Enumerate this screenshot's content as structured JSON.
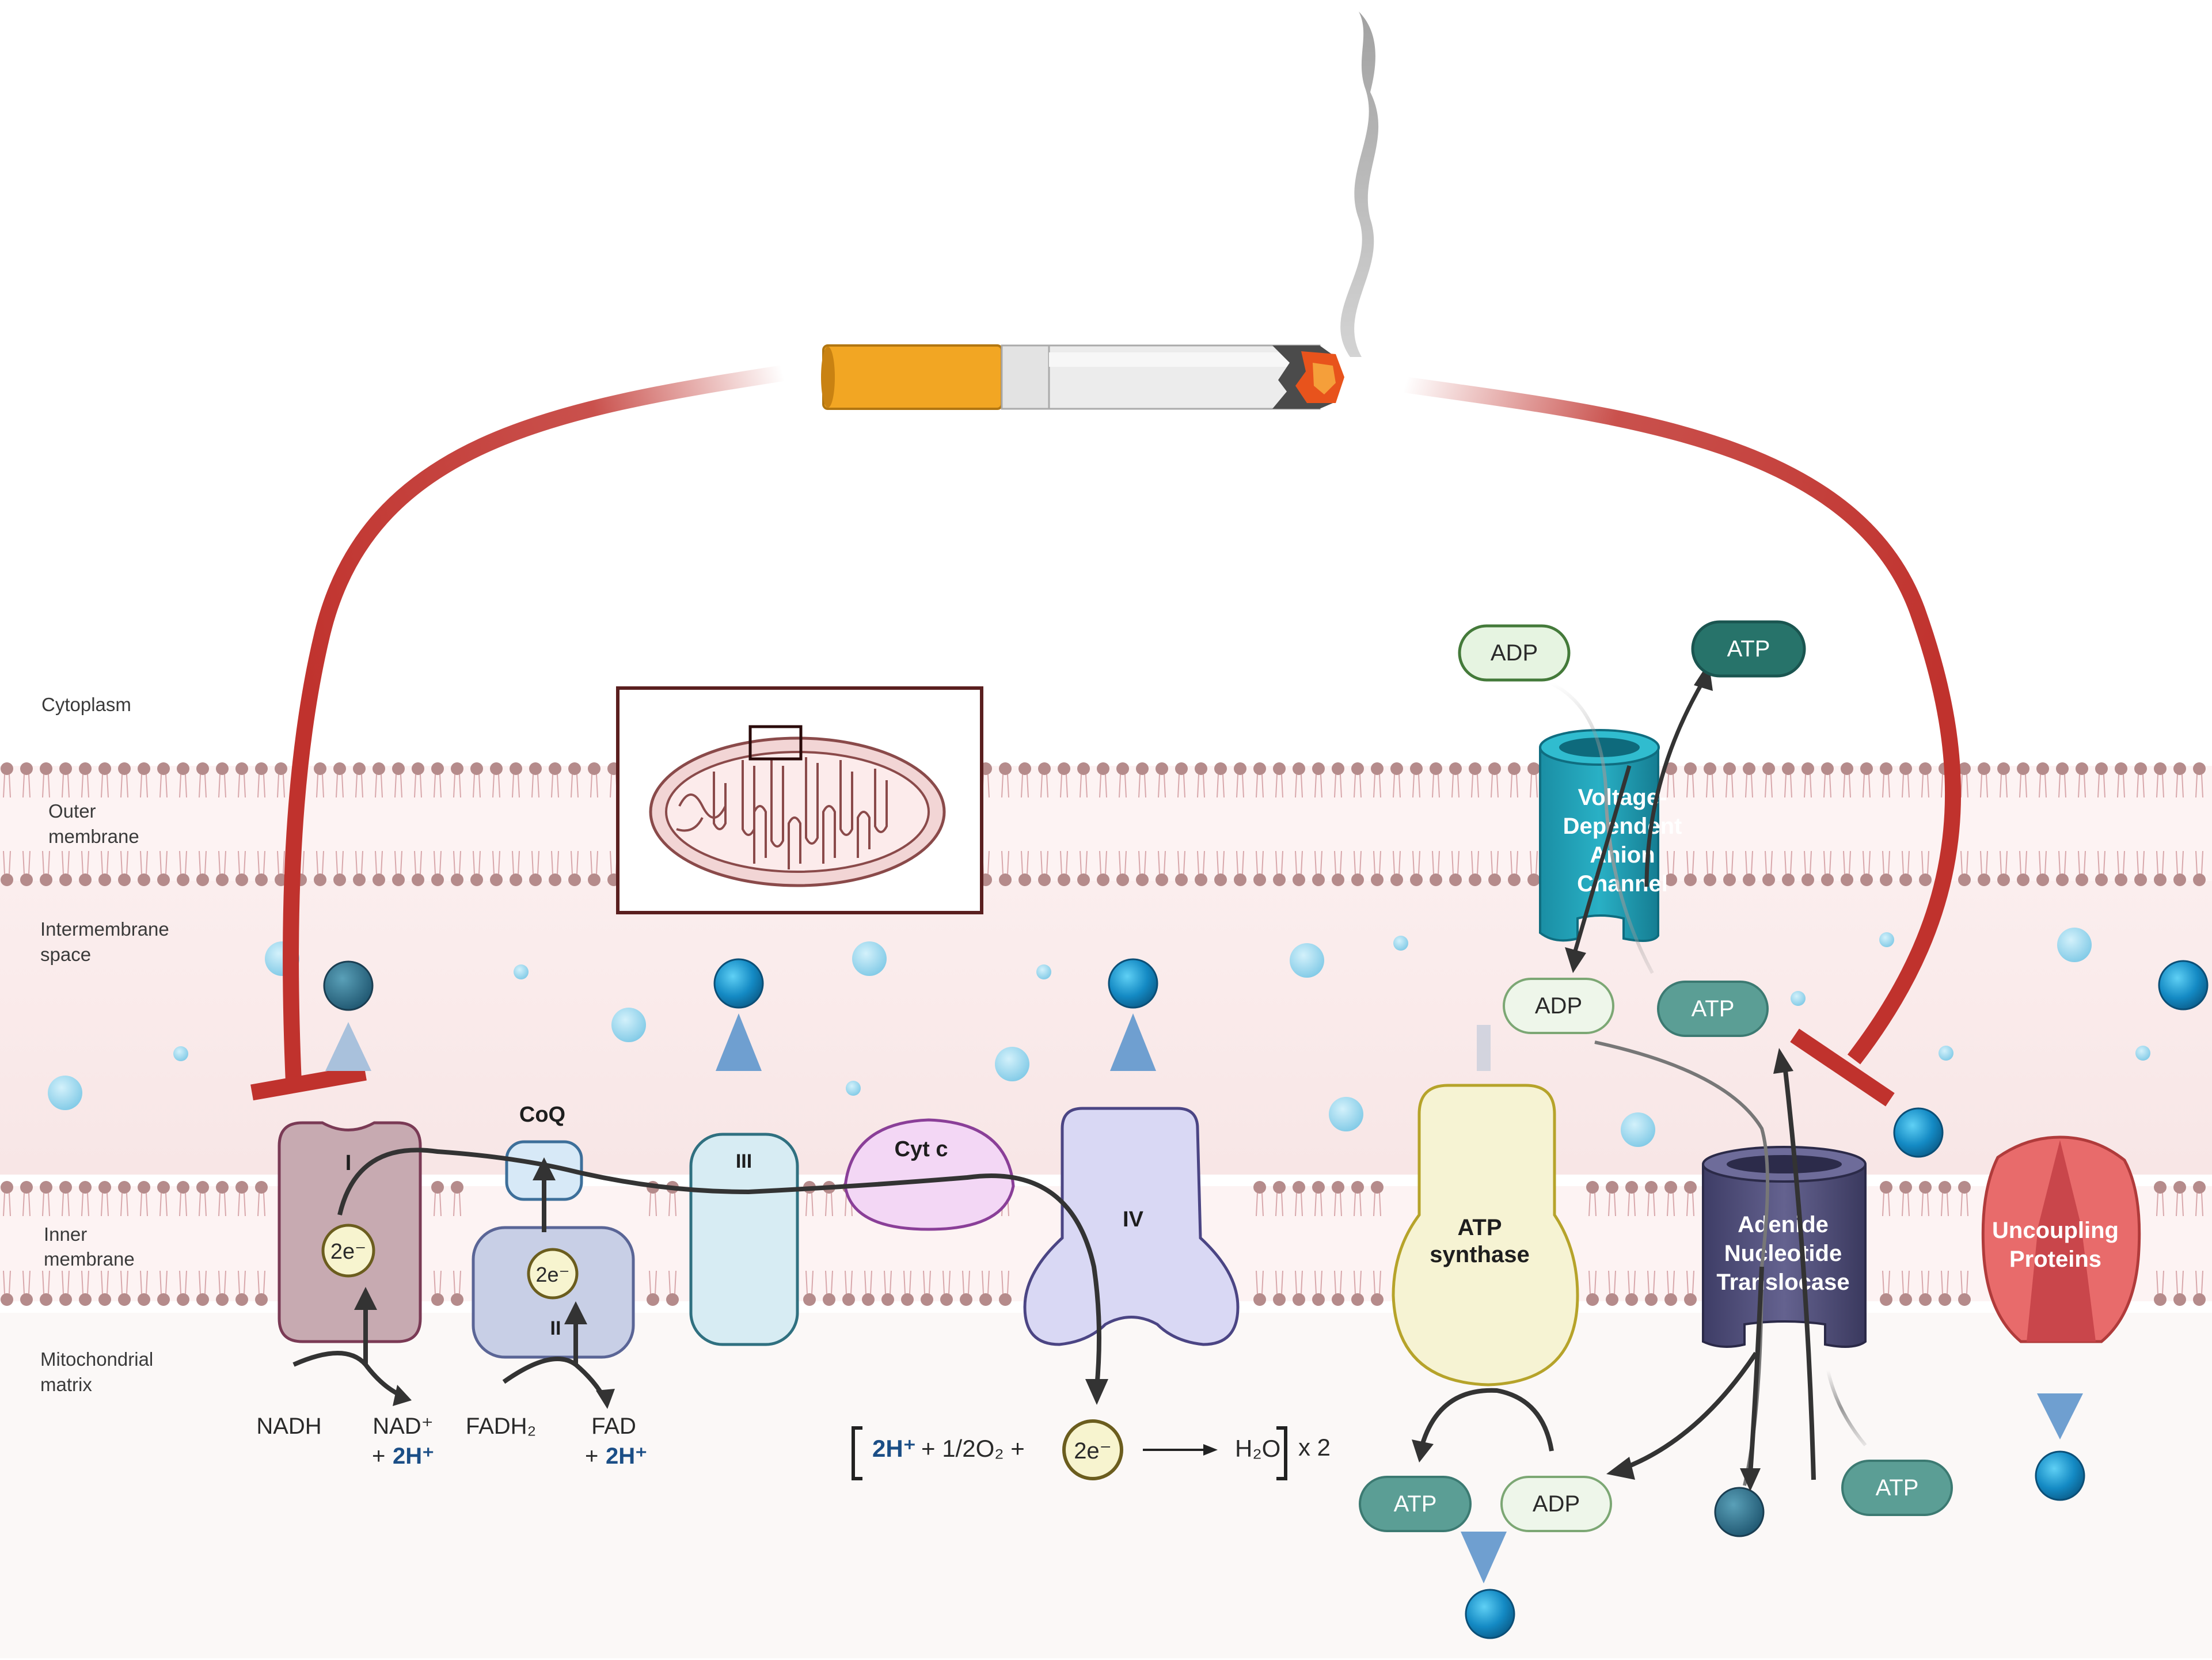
{
  "regions": {
    "cytoplasm": "Cytoplasm",
    "outer_membrane_1": "Outer",
    "outer_membrane_2": "membrane",
    "intermembrane_1": "Intermembrane",
    "intermembrane_2": "space",
    "inner_membrane_1": "Inner",
    "inner_membrane_2": "membrane",
    "matrix_1": "Mitochondrial",
    "matrix_2": "matrix"
  },
  "complexes": {
    "c1": "I",
    "c2": "II",
    "c3": "III",
    "c4": "IV",
    "coq": "CoQ",
    "cytc": "Cyt c",
    "atp_synthase_1": "ATP",
    "atp_synthase_2": "synthase"
  },
  "channels": {
    "vdac_1": "Voltage-",
    "vdac_2": "Dependent",
    "vdac_3": "Anion",
    "vdac_4": "Channel",
    "ant_1": "Adenide",
    "ant_2": "Nucleotide",
    "ant_3": "Translocase",
    "ucp_1": "Uncoupling",
    "ucp_2": "Proteins"
  },
  "electron": "2e⁻",
  "substrates": {
    "nadh": "NADH",
    "nad": "NAD⁺",
    "plus_2h_a": "+ ",
    "h2": "2H⁺",
    "fadh2": "FADH₂",
    "fad": "FAD"
  },
  "reaction": {
    "h": "2H⁺",
    "o2": " + 1/2O₂ + ",
    "water": "H₂O",
    "times": "x 2"
  },
  "molecules": {
    "adp": "ADP",
    "atp": "ATP"
  },
  "colors": {
    "inhibitor": "#c0322d",
    "membrane_head": "#b58b8b",
    "proton": "#1a8fc7",
    "atp_fill": "#5b9e95",
    "adp_fill": "#e6f4e1"
  }
}
